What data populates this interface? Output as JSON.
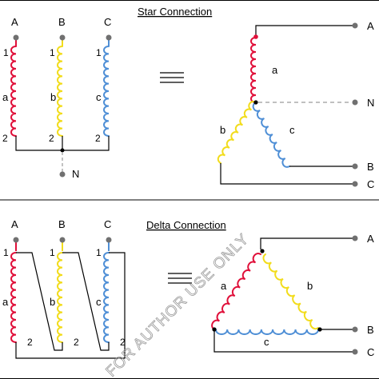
{
  "titles": {
    "star": "Star Connection",
    "delta": "Delta Connection"
  },
  "equivalent_symbol": "≡",
  "star_left": {
    "phase_labels": [
      "A",
      "B",
      "C"
    ],
    "coil_labels": [
      "a",
      "b",
      "c"
    ],
    "end_labels": [
      "1",
      "2"
    ],
    "neutral_label": "N"
  },
  "star_right": {
    "terminals": [
      "A",
      "N",
      "B",
      "C"
    ],
    "coil_labels": [
      "a",
      "b",
      "c"
    ]
  },
  "delta_left": {
    "phase_labels": [
      "A",
      "B",
      "C"
    ],
    "coil_labels": [
      "a",
      "b",
      "c"
    ],
    "end_labels": [
      "1",
      "2"
    ]
  },
  "delta_right": {
    "terminals": [
      "A",
      "B",
      "C"
    ],
    "coil_labels": [
      "a",
      "b",
      "c"
    ]
  },
  "watermark": "FOR AUTHOR USE ONLY",
  "colors": {
    "phase_a": "#e0103a",
    "phase_b": "#f2dc1c",
    "phase_c": "#4f8fd6",
    "wire": "#000000",
    "terminal": "#707070",
    "neutral_dash": "#9a9a9a"
  }
}
